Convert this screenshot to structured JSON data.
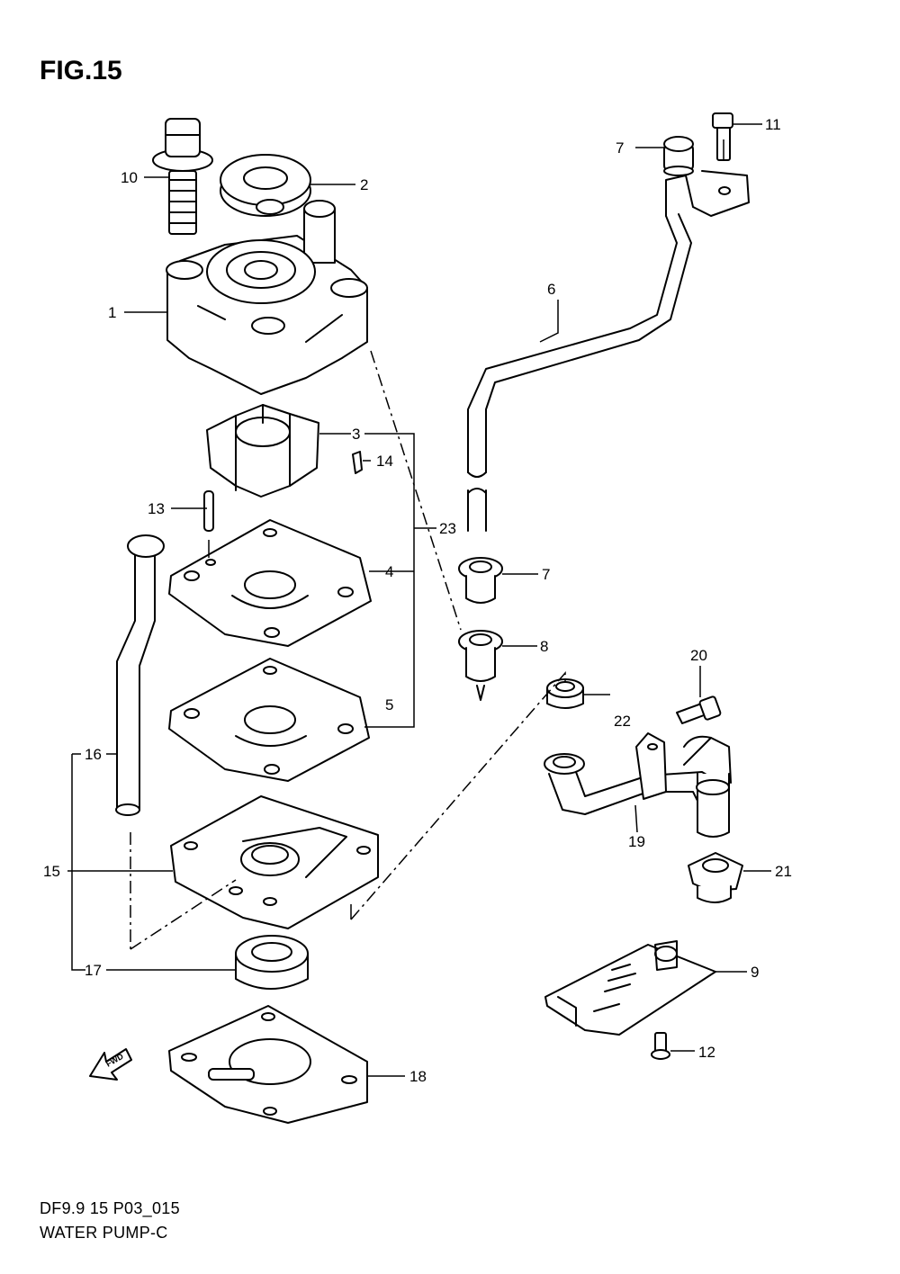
{
  "header": {
    "figure_label": "FIG.15"
  },
  "footer": {
    "model_code": "DF9.9 15 P03_015",
    "section_name": "WATER PUMP-C"
  },
  "fwd_label": "FWD",
  "callouts": {
    "c1": "1",
    "c2": "2",
    "c3": "3",
    "c4": "4",
    "c5": "5",
    "c6": "6",
    "c7a": "7",
    "c7b": "7",
    "c8": "8",
    "c9": "9",
    "c10": "10",
    "c11": "11",
    "c12": "12",
    "c13": "13",
    "c14": "14",
    "c15": "15",
    "c16": "16",
    "c17": "17",
    "c18": "18",
    "c19": "19",
    "c20": "20",
    "c21": "21",
    "c22": "22",
    "c23": "23"
  }
}
